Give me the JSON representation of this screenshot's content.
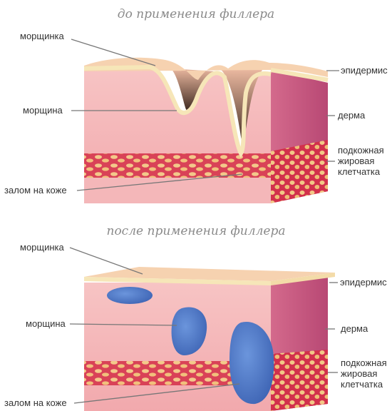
{
  "before": {
    "title": "до применения филлера",
    "labels": {
      "small_wrinkle": "морщинка",
      "wrinkle": "морщина",
      "crease": "залом на коже",
      "epidermis": "эпидермис",
      "dermis": "дерма",
      "subcutaneous": "подкожная жировая клетчатка"
    },
    "subcutaneous_lines": [
      "подкожная",
      "жировая",
      "клетчатка"
    ]
  },
  "after": {
    "title": "после применения филлера",
    "labels": {
      "small_wrinkle": "морщинка",
      "wrinkle": "морщина",
      "crease": "залом на коже",
      "epidermis": "эпидермис",
      "dermis": "дерма"
    },
    "subcutaneous_lines": [
      "подкожная",
      "жировая",
      "клетчатка"
    ]
  },
  "colors": {
    "epidermis": "#f6e6b8",
    "dermis_front": "#f4b7b9",
    "dermis_side": "#c9557d",
    "fat": "#f1c27e",
    "fat_border": "#d94257",
    "filler": "#4a79c9",
    "wrinkle_dark": "#4b3427"
  }
}
